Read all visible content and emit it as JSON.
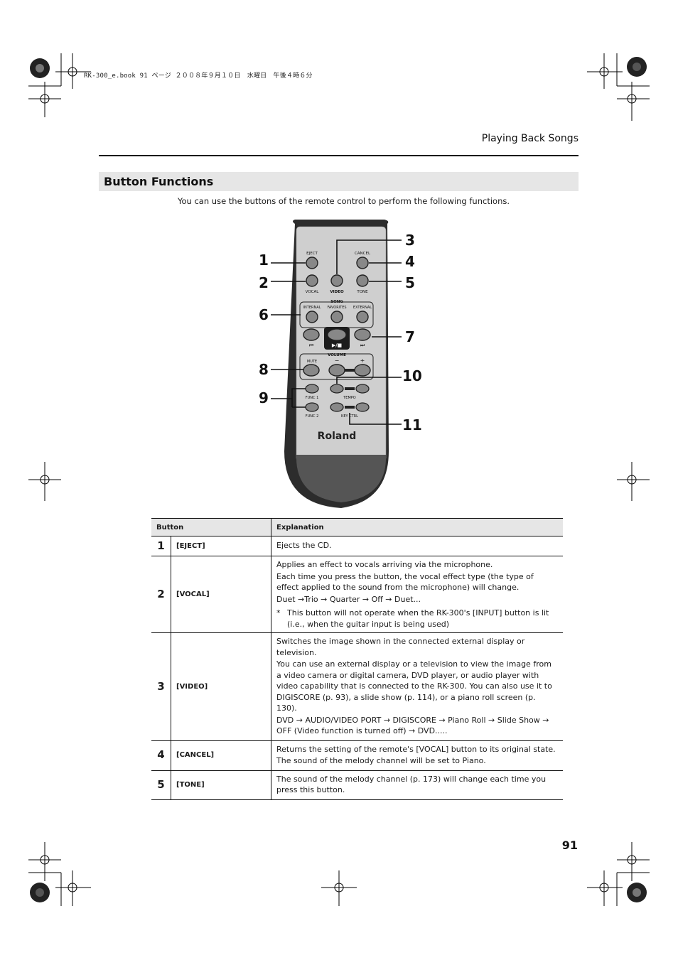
{
  "header_note": "RK-300_e.book  91 ページ  ２００８年９月１０日　水曜日　午後４時６分",
  "running_head": "Playing Back Songs",
  "section_title": "Button Functions",
  "intro": "You can use the buttons of the remote control to perform the following functions.",
  "page_number": "91",
  "remote": {
    "brand": "Roland",
    "labels": {
      "eject": "EJECT",
      "cancel": "CANCEL",
      "vocal": "VOCAL",
      "video": "VIDEO",
      "tone": "TONE",
      "song": "SONG",
      "internal": "INTERNAL",
      "favorites": "FAVORITES",
      "external": "EXTERNAL",
      "prev": "⏮",
      "playstop": "▶/■",
      "next": "⏭",
      "volume": "VOLUME",
      "mute": "MUTE",
      "minus": "−",
      "plus": "+",
      "func1": "FUNC 1",
      "func2": "FUNC 2",
      "tempo": "TEMPO",
      "keyctrl": "KEY CTRL"
    },
    "callouts": [
      "1",
      "2",
      "3",
      "4",
      "5",
      "6",
      "7",
      "8",
      "9",
      "10",
      "11"
    ]
  },
  "table": {
    "headers": {
      "button": "Button",
      "explanation": "Explanation"
    },
    "rows": [
      {
        "num": "1",
        "button": "[EJECT]",
        "lines": [
          "Ejects the CD."
        ]
      },
      {
        "num": "2",
        "button": "[VOCAL]",
        "lines": [
          "Applies an effect to vocals arriving via the microphone.",
          "Each time you press the button, the vocal effect type (the type of effect applied to the sound from the microphone) will change.",
          "Duet →Trio → Quarter → Off → Duet..."
        ],
        "note": "This button will not operate when the RK-300's [INPUT] button is lit (i.e., when the guitar input is being used)"
      },
      {
        "num": "3",
        "button": "[VIDEO]",
        "lines": [
          "Switches the image shown in the connected external display or television.",
          "You can use an external display or a television to view the image from a video camera or digital camera, DVD player, or audio player with video capability that is connected to the RK-300. You can also use it to DIGISCORE (p. 93), a slide show (p. 114), or a piano roll screen (p. 130).",
          "DVD → AUDIO/VIDEO PORT → DIGISCORE → Piano Roll → Slide Show → OFF (Video function is turned off) → DVD....."
        ]
      },
      {
        "num": "4",
        "button": "[CANCEL]",
        "lines": [
          "Returns the setting of the remote's [VOCAL] button to its original state.",
          "The sound of the melody channel will be set to Piano."
        ]
      },
      {
        "num": "5",
        "button": "[TONE]",
        "lines": [
          "The sound of the melody channel (p. 173) will change each time you press this button."
        ]
      }
    ]
  }
}
